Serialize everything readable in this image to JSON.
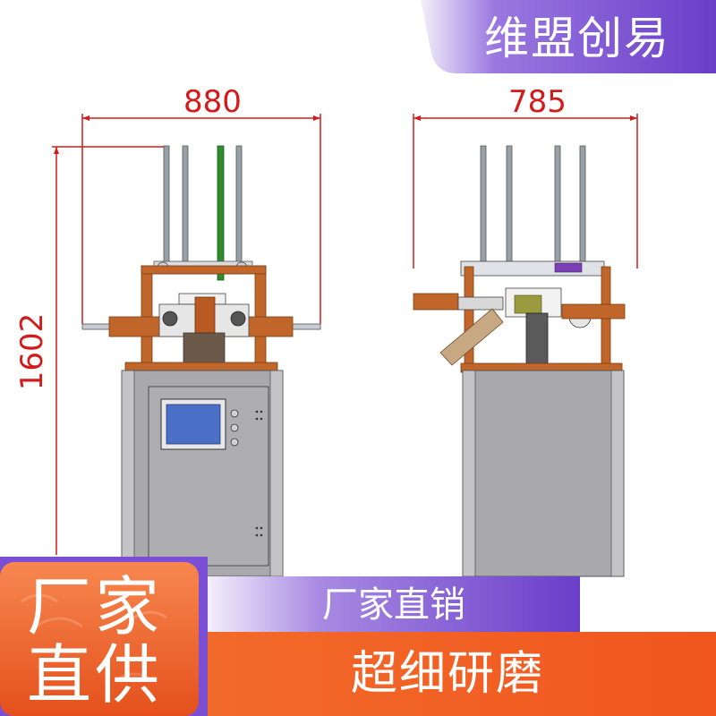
{
  "brand": {
    "name": "维盟创易"
  },
  "dimensions": {
    "width_front": "880",
    "width_side": "785",
    "height": "1602"
  },
  "front_view": {
    "screen": "control-screen",
    "buttons": 3
  },
  "badge": {
    "line1": "厂家",
    "line2": "直供"
  },
  "banner_purple": {
    "text": "厂家直销"
  },
  "banner_orange": {
    "text": "超细研磨"
  },
  "colors": {
    "brand_purple": "#7a4fd6",
    "dimension_red": "#d41a1a",
    "cabinet_gray": "#a9a9ad",
    "frame_orange": "#c0662a",
    "accent_orange": "#f0561e",
    "screen_blue": "#4a6fc6",
    "rod_green": "#2e8b2e"
  }
}
